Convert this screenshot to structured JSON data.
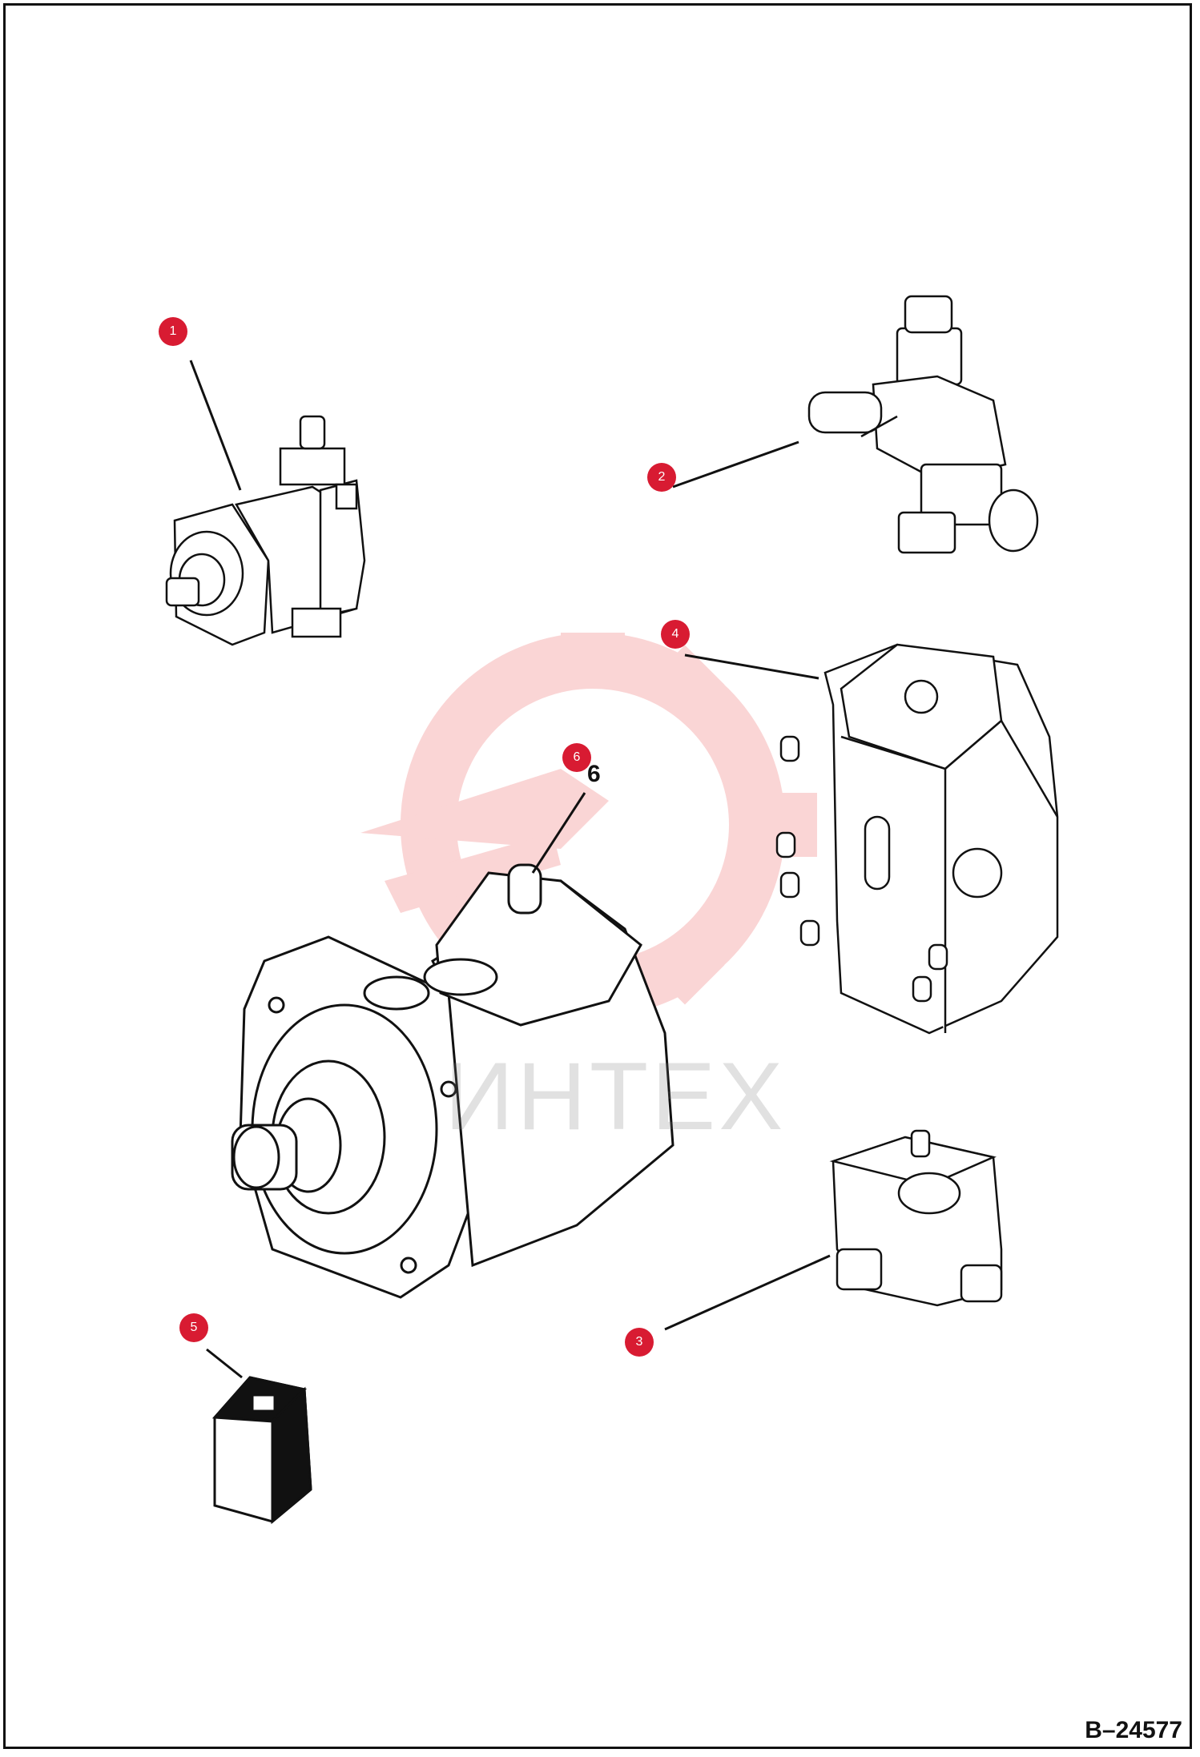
{
  "diagram": {
    "drawing_number": "B–24577",
    "watermark": "ИНТЕХ",
    "part6_label": "6",
    "callouts": [
      {
        "id": "1",
        "label": "1"
      },
      {
        "id": "2",
        "label": "2"
      },
      {
        "id": "3",
        "label": "3"
      },
      {
        "id": "4",
        "label": "4"
      },
      {
        "id": "5",
        "label": "5"
      },
      {
        "id": "6",
        "label": "6"
      }
    ],
    "colors": {
      "callout": "#d81b32",
      "line": "#111111",
      "watermark": "#f4a0a0"
    }
  }
}
